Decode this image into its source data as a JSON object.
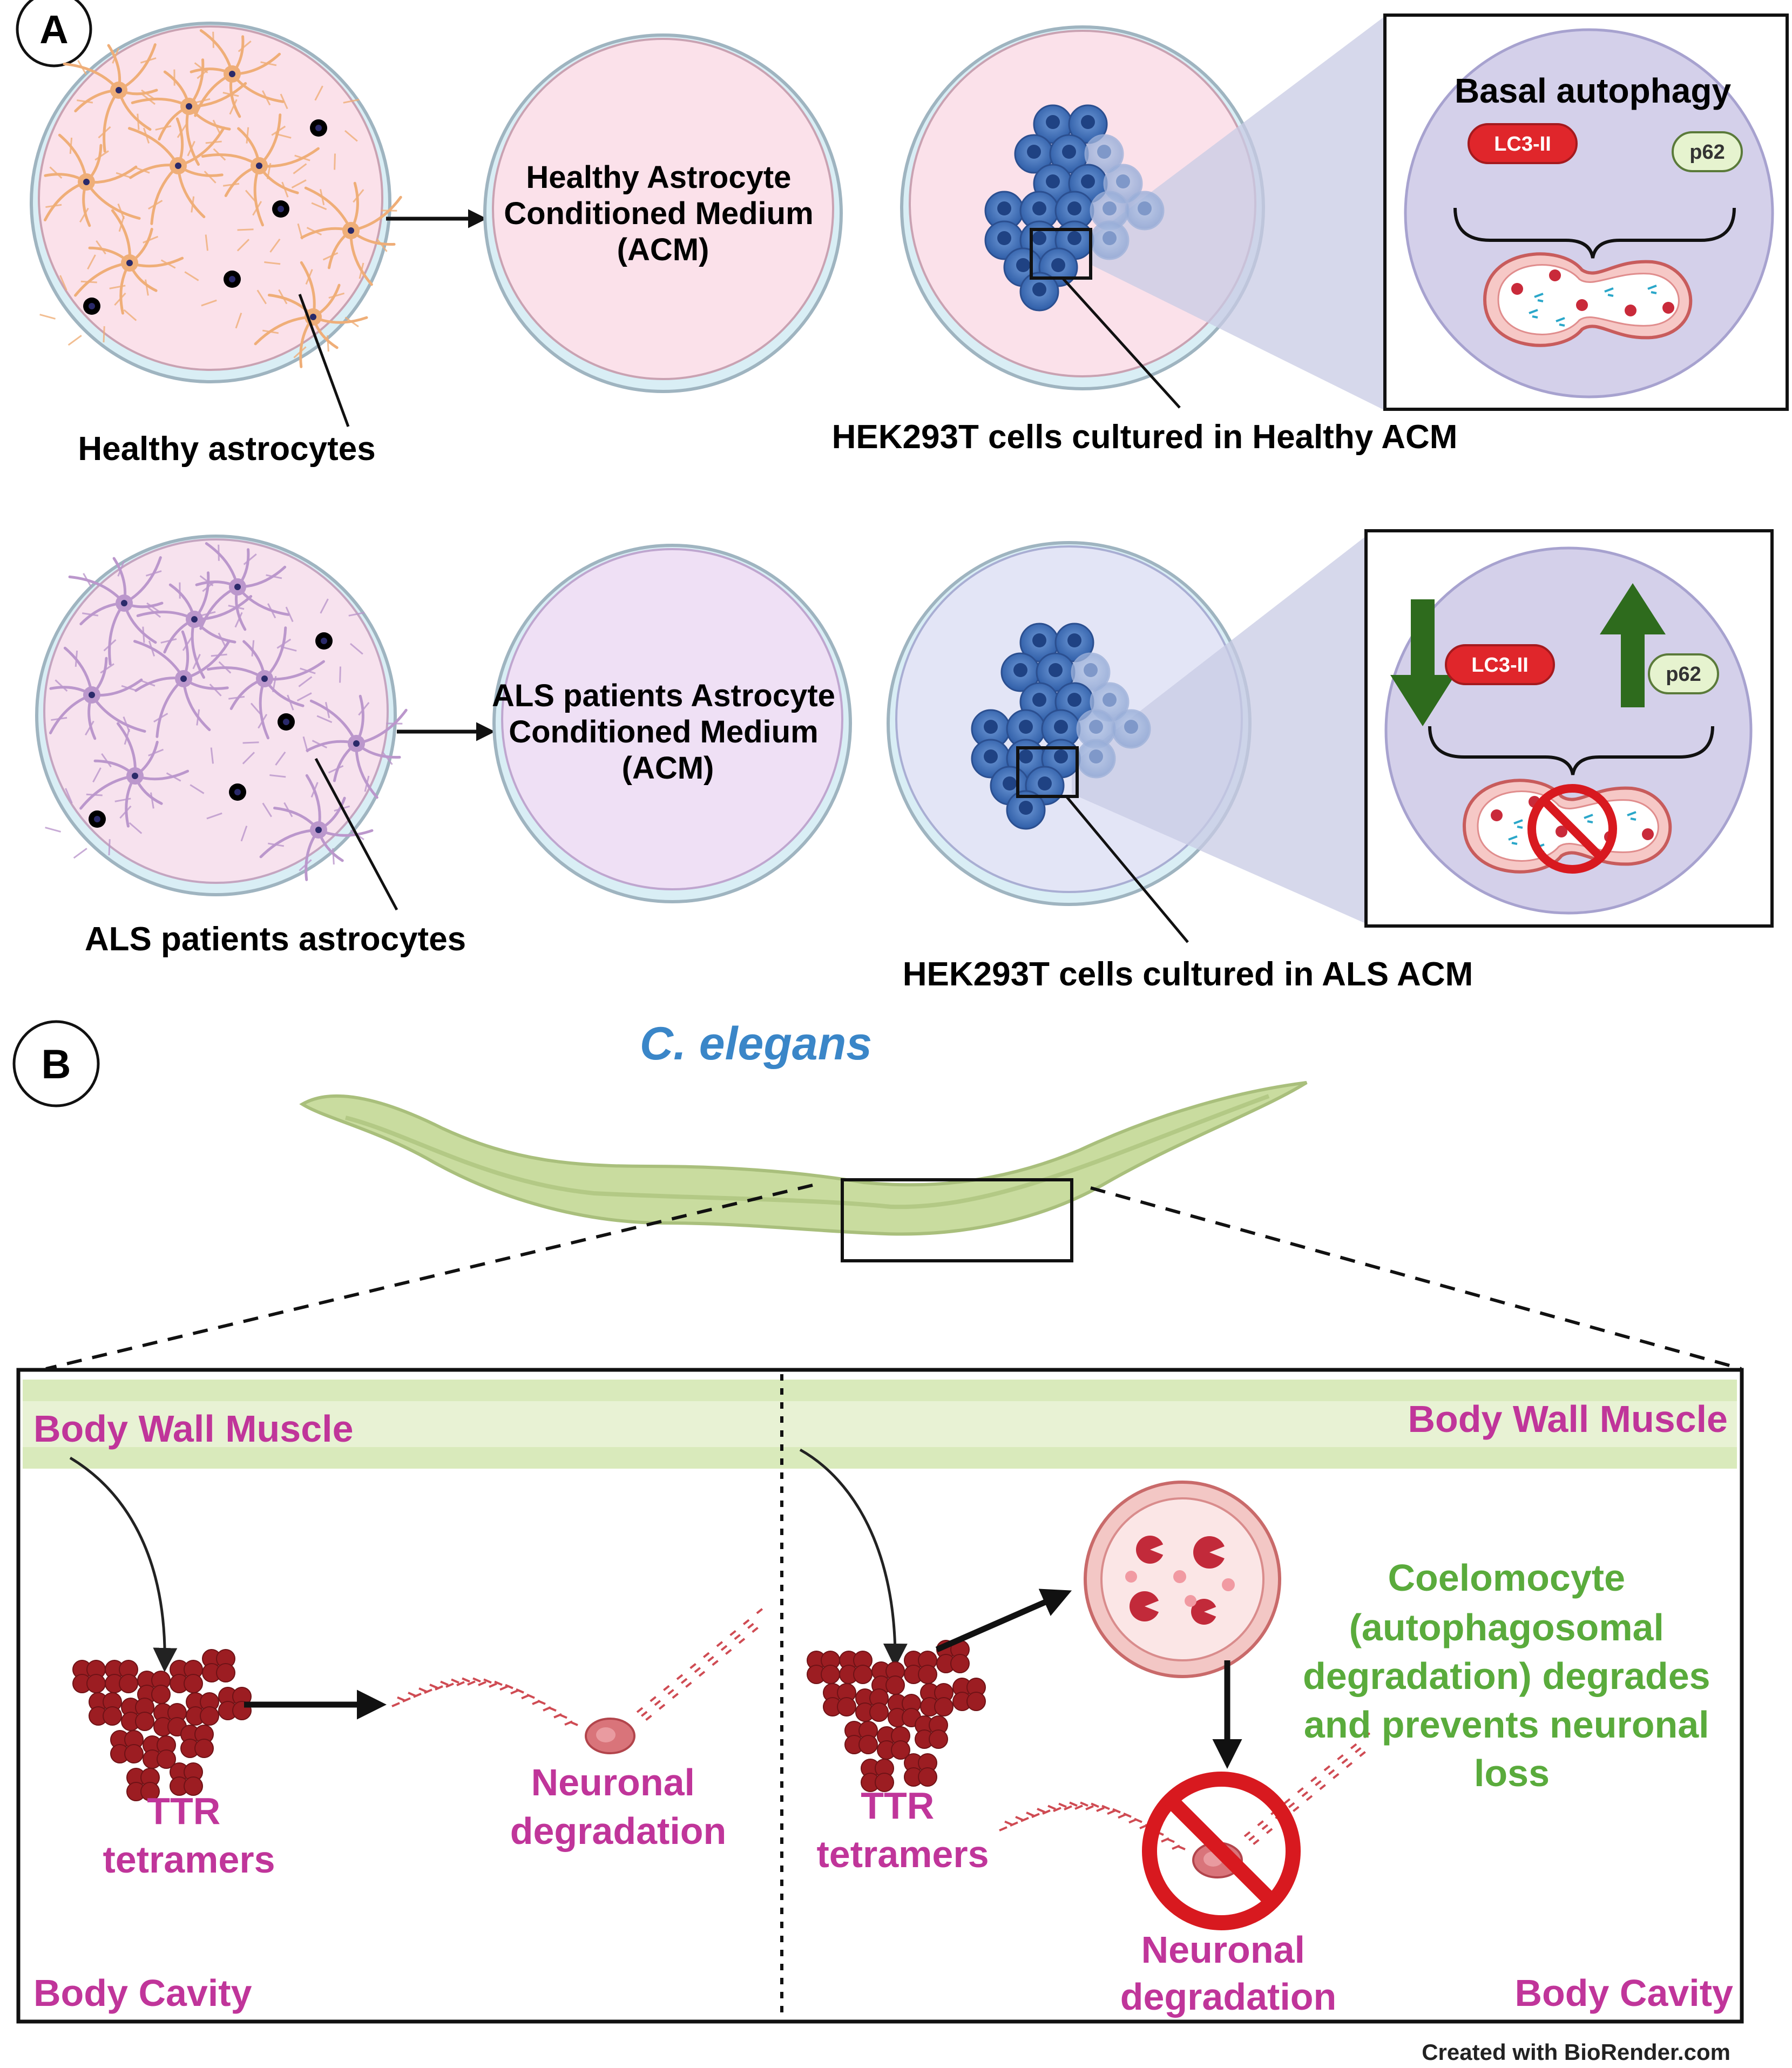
{
  "panel_a": {
    "label": "A",
    "row1": {
      "astro_label": "Healthy astrocytes",
      "medium_lines": [
        "Healthy Astrocyte",
        "Conditioned Medium",
        "(ACM)"
      ],
      "hek_label": "HEK293T cells cultured in Healthy ACM",
      "inset_title": "Basal autophagy",
      "lc3": "LC3-II",
      "p62": "p62"
    },
    "row2": {
      "astro_label": "ALS patients astrocytes",
      "medium_lines": [
        "ALS patients Astrocyte",
        "Conditioned Medium",
        "(ACM)"
      ],
      "hek_label": "HEK293T cells cultured in ALS ACM",
      "lc3": "LC3-II",
      "p62": "p62"
    }
  },
  "panel_b": {
    "label": "B",
    "organism": "C. elegans",
    "left": {
      "muscle": "Body Wall Muscle",
      "ttr_lines": [
        "TTR",
        "tetramers"
      ],
      "neuronal_lines": [
        "Neuronal",
        "degradation"
      ],
      "cavity": "Body Cavity"
    },
    "right": {
      "muscle": "Body Wall Muscle",
      "ttr_lines": [
        "TTR",
        "tetramers"
      ],
      "coelo_lines": [
        "Coelomocyte",
        "(autophagosomal",
        "degradation) degrades",
        "and prevents neuronal",
        "loss"
      ],
      "neuronal_lines": [
        "Neuronal",
        "degradation"
      ],
      "cavity": "Body Cavity"
    }
  },
  "credit": "Created with BioRender.com",
  "colors": {
    "magenta": "#c0359a",
    "green_text": "#5aab3c",
    "blue_title": "#3a86c8",
    "cell_blue": "#3d6fb8",
    "ttr_red": "#9c1d22",
    "dish_pink": "#fbe1ea",
    "dish_lilac": "#efe0f5",
    "dish_blue": "#e3e5f6",
    "inset_purple": "#d4d0ea",
    "worm": "#c9dc9f",
    "arrow_green": "#2e6b1d",
    "lc3_red": "#e0262b",
    "p62_green": "#e6f3cf",
    "no_sign_red": "#d8191f"
  }
}
